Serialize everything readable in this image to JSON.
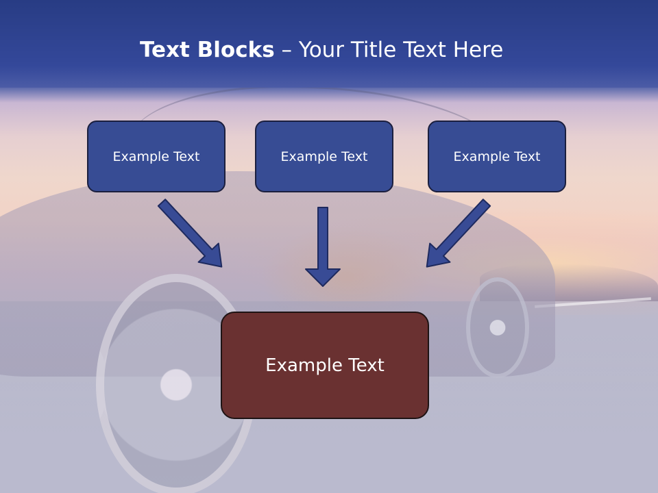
{
  "title": {
    "bold": "Text Blocks",
    "dash": " – ",
    "rest": "Your Title Text Here"
  },
  "blocks": [
    {
      "label": "Example Text"
    },
    {
      "label": "Example Text"
    },
    {
      "label": "Example Text"
    }
  ],
  "main_block": {
    "label": "Example Text"
  },
  "colors": {
    "title_band": "#34489a",
    "block_fill": "#374c94",
    "main_fill": "#6a3131",
    "arrow_fill": "#384b95"
  }
}
